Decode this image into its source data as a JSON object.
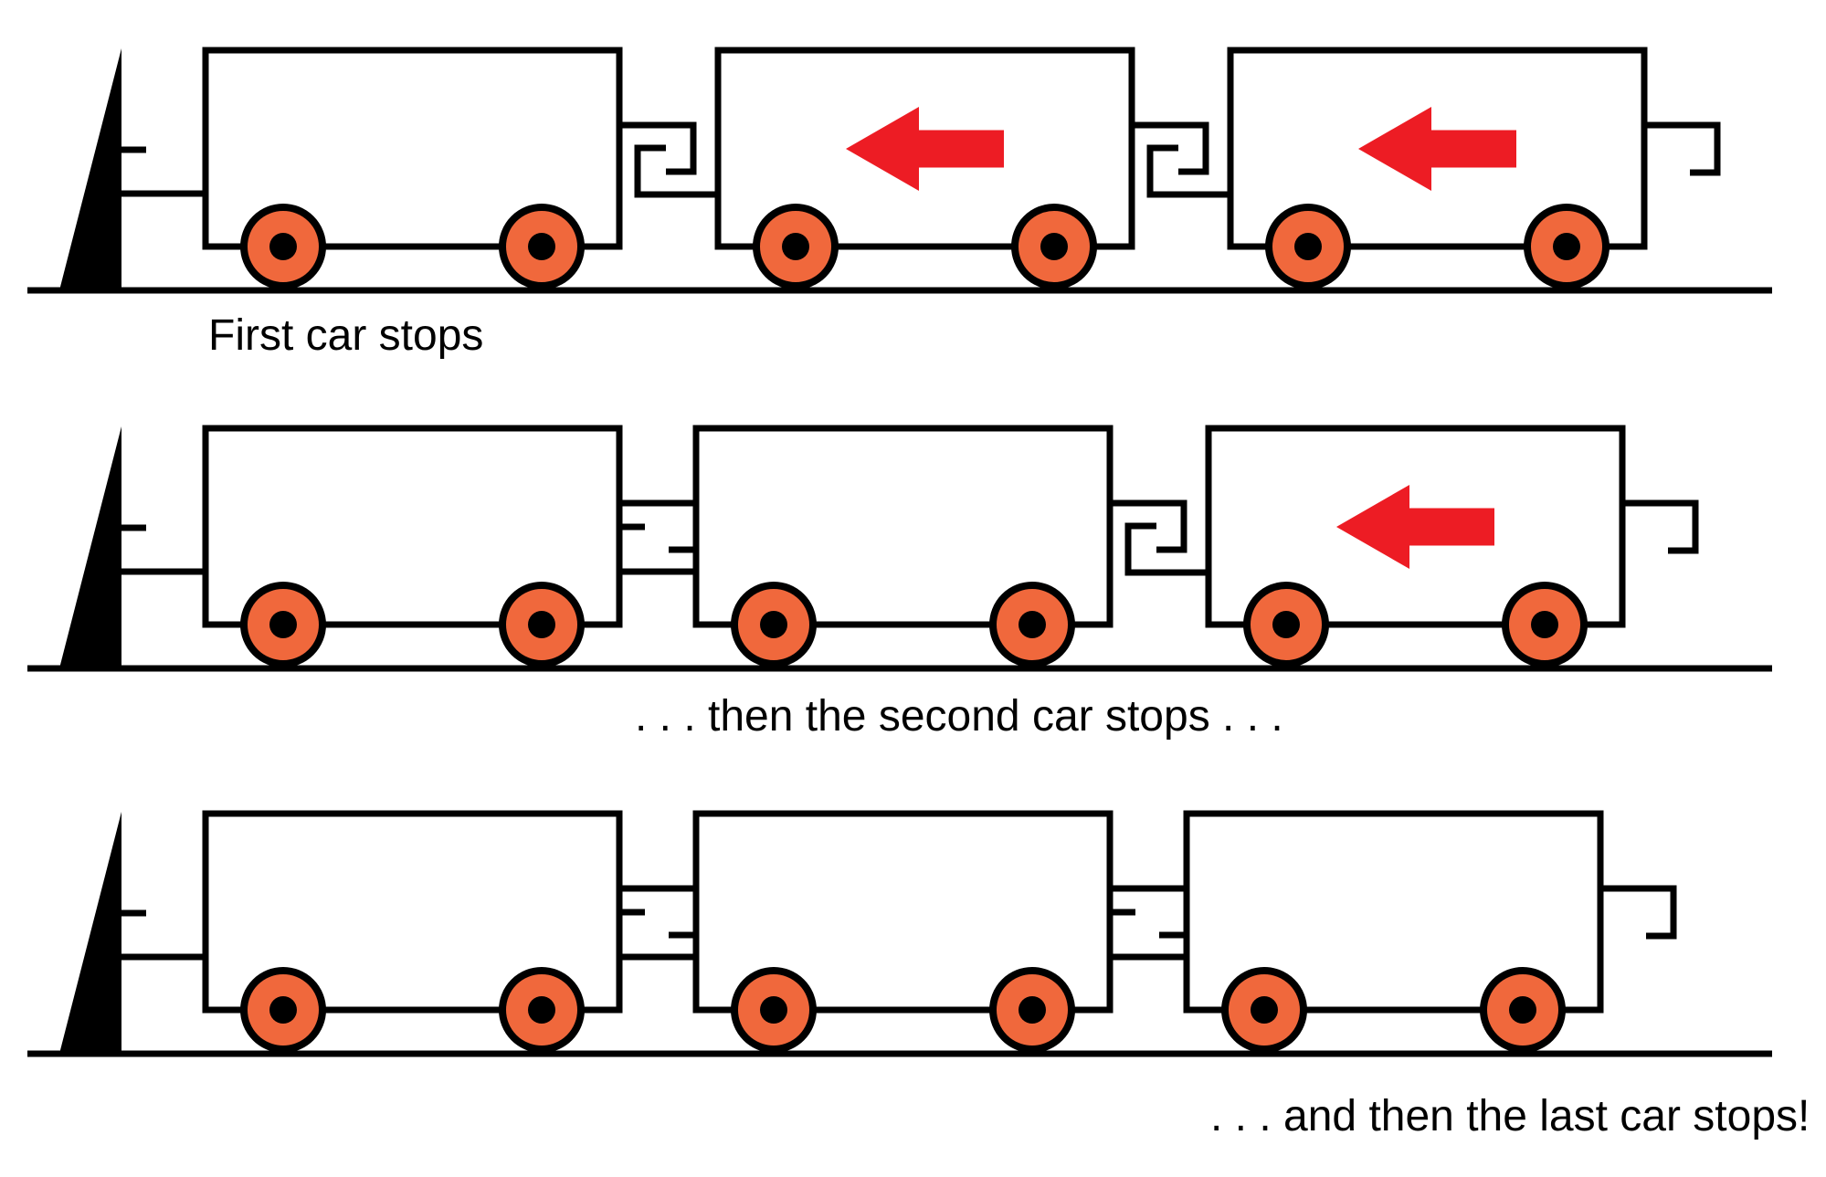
{
  "colors": {
    "background": "#FFFFFF",
    "line": "#000000",
    "text": "#000000",
    "wheel_fill": "#F0683C",
    "arrow_fill": "#ED1C24"
  },
  "rows": [
    {
      "caption": "First car stops",
      "cars_total": 3,
      "cars_with_left_arrow": [
        2,
        3
      ],
      "state": "first car against bumper, cars 2 and 3 still moving left"
    },
    {
      "caption": ". . . then the second car stops . . .",
      "cars_total": 3,
      "cars_with_left_arrow": [
        3
      ],
      "state": "cars 1 and 2 coupled at bumper, car 3 still moving left"
    },
    {
      "caption": ". . . and then the last car stops!",
      "cars_total": 3,
      "cars_with_left_arrow": [],
      "state": "all three cars coupled and stopped at bumper"
    }
  ]
}
